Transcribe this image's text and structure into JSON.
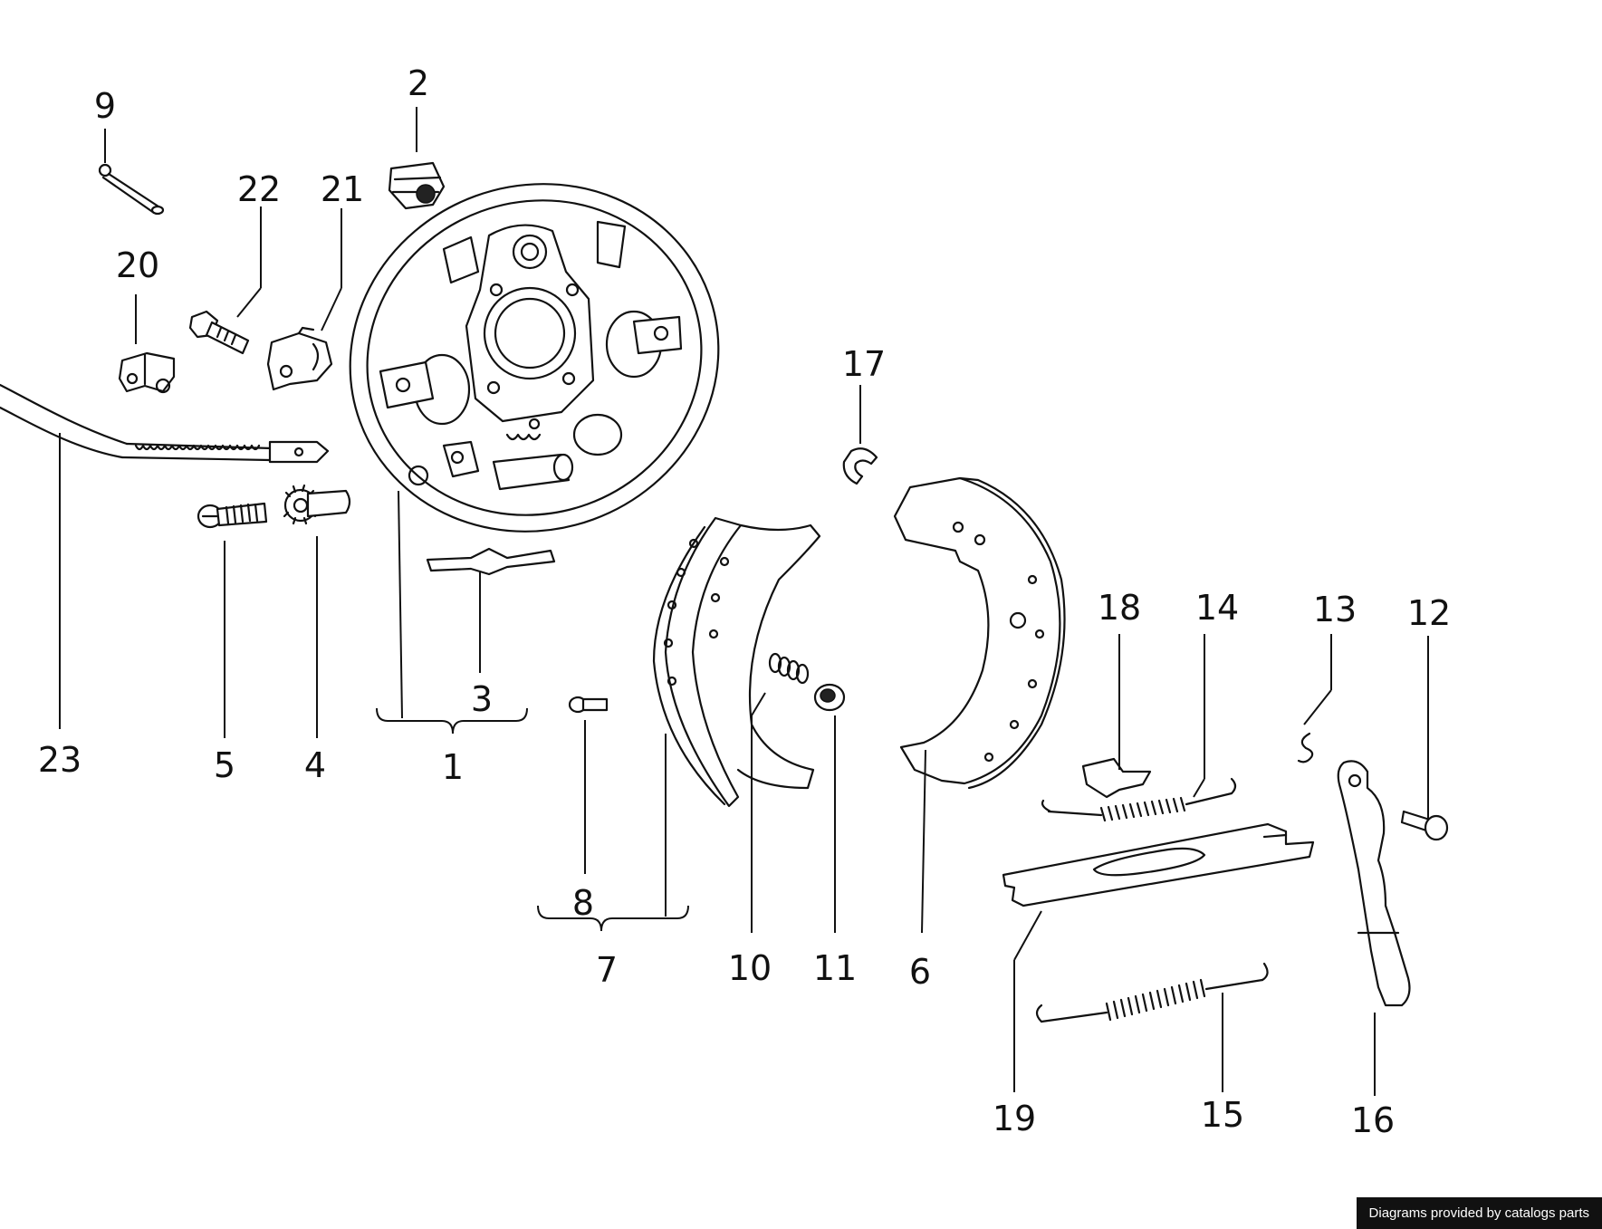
{
  "callouts": {
    "c1": "1",
    "c2": "2",
    "c3": "3",
    "c4": "4",
    "c5": "5",
    "c6": "6",
    "c7": "7",
    "c8": "8",
    "c9": "9",
    "c10": "10",
    "c11": "11",
    "c12": "12",
    "c13": "13",
    "c14": "14",
    "c15": "15",
    "c16": "16",
    "c17": "17",
    "c18": "18",
    "c19": "19",
    "c20": "20",
    "c21": "21",
    "c22": "22",
    "c23": "23"
  },
  "footer": {
    "credit": "Diagrams provided by catalogs parts"
  }
}
